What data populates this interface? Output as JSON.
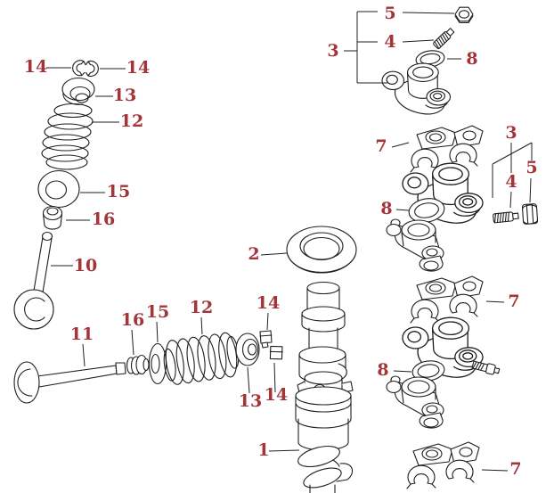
{
  "diagram": {
    "kind": "exploded-parts-diagram",
    "subject": "engine-valve-train-and-camshaft",
    "background_color": "#ffffff",
    "line_color": "#1f1f1f",
    "label_color": "#a33539",
    "labels": [
      {
        "text": "14",
        "points_to": "valve-cotter-pair-left"
      },
      {
        "text": "14",
        "points_to": "valve-cotter-pair-right"
      },
      {
        "text": "13",
        "points_to": "spring-retainer-upper"
      },
      {
        "text": "12",
        "points_to": "valve-spring-upper"
      },
      {
        "text": "15",
        "points_to": "spring-seat-upper"
      },
      {
        "text": "16",
        "points_to": "valve-stem-seal-upper"
      },
      {
        "text": "10",
        "points_to": "valve-vertical"
      },
      {
        "text": "11",
        "points_to": "valve-horizontal"
      },
      {
        "text": "16",
        "points_to": "valve-stem-seal-lower"
      },
      {
        "text": "15",
        "points_to": "spring-seat-lower"
      },
      {
        "text": "12",
        "points_to": "valve-spring-lower"
      },
      {
        "text": "14",
        "points_to": "valve-cotter-lower-a"
      },
      {
        "text": "13",
        "points_to": "spring-retainer-lower"
      },
      {
        "text": "14",
        "points_to": "valve-cotter-lower-b"
      },
      {
        "text": "2",
        "points_to": "cam-bearing-ring"
      },
      {
        "text": "1",
        "points_to": "camshaft"
      },
      {
        "text": "3",
        "points_to": "rocker-arm-assembly-top"
      },
      {
        "text": "4",
        "points_to": "adjuster-screw-top"
      },
      {
        "text": "5",
        "points_to": "adjuster-locknut-top"
      },
      {
        "text": "8",
        "points_to": "o-ring-top"
      },
      {
        "text": "7",
        "points_to": "camshaft-holder-top"
      },
      {
        "text": "3",
        "points_to": "rocker-arm-assembly-middle"
      },
      {
        "text": "4",
        "points_to": "adjuster-screw-middle"
      },
      {
        "text": "5",
        "points_to": "adjuster-locknut-middle"
      },
      {
        "text": "8",
        "points_to": "o-ring-middle"
      },
      {
        "text": "7",
        "points_to": "camshaft-holder-middle"
      },
      {
        "text": "8",
        "points_to": "o-ring-bottom"
      },
      {
        "text": "7",
        "points_to": "camshaft-holder-bottom"
      }
    ]
  }
}
